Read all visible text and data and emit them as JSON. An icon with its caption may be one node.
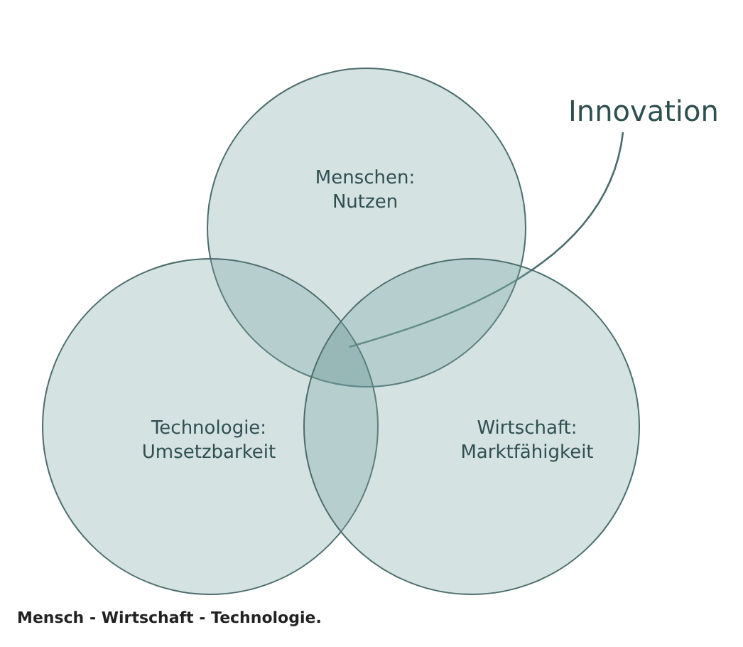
{
  "diagram": {
    "caption": "Mensch - Wirtschaft - Technologie.",
    "nodes": [
      {
        "text": [
          "Menschen: Nutzen"
        ]
      },
      {
        "text": [
          "Technologie: Umsetzbarkeit"
        ]
      },
      {
        "text": [
          "Wirtschaft: Marktfähigkeit"
        ]
      },
      {
        "text": [
          "Innovation"
        ]
      },
      {
        "text": [],
        "shape": "triangle"
      }
    ],
    "edges": [
      {
        "from": 3,
        "to": 4,
        "arrow": "none"
      }
    ]
  }
}
